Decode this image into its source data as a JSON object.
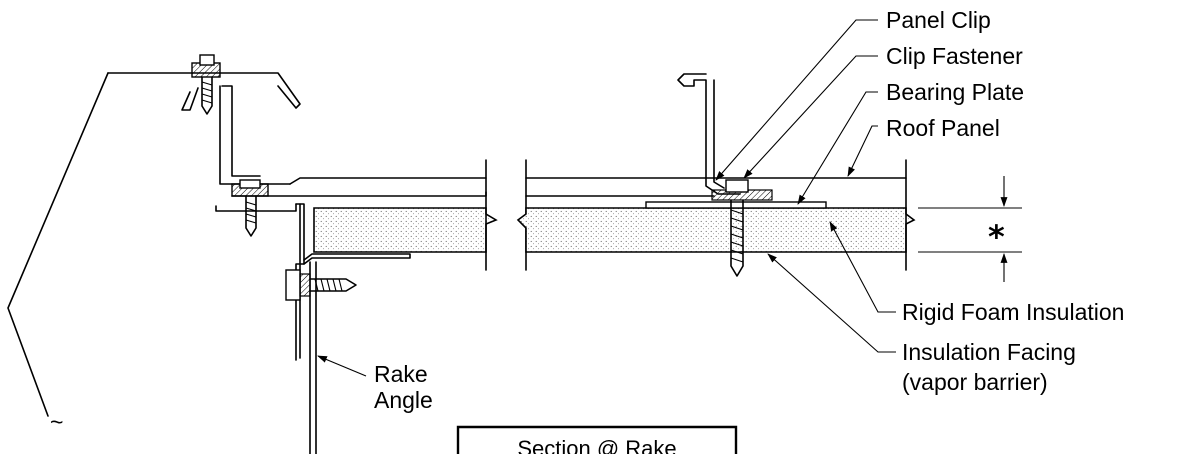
{
  "labels": {
    "panel_clip": "Panel Clip",
    "clip_fastener": "Clip Fastener",
    "bearing_plate": "Bearing Plate",
    "roof_panel": "Roof Panel",
    "rigid_foam_insulation": "Rigid Foam Insulation",
    "insulation_facing_line1": "Insulation Facing",
    "insulation_facing_line2": "(vapor barrier)",
    "rake_angle_line1": "Rake",
    "rake_angle_line2": "Angle",
    "thickness_marker": "*",
    "tilde": "~"
  },
  "title": "Section @ Rake",
  "colors": {
    "line": "#000000",
    "background": "#ffffff"
  }
}
